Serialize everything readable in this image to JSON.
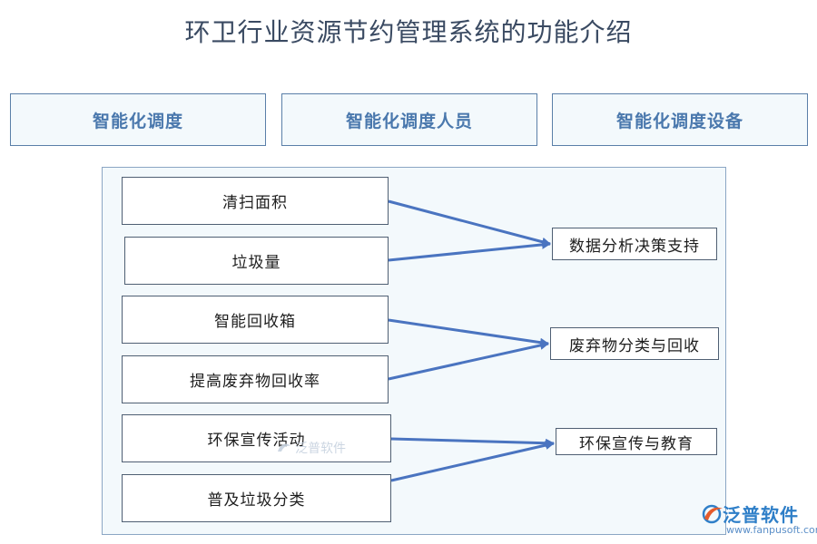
{
  "title": "环卫行业资源节约管理系统的功能介绍",
  "top_boxes": [
    "智能化调度",
    "智能化调度人员",
    "智能化调度设备"
  ],
  "sources": [
    "清扫面积",
    "垃圾量",
    "智能回收箱",
    "提高废弃物回收率",
    "环保宣传活动",
    "普及垃圾分类"
  ],
  "targets": [
    "数据分析决策支持",
    "废弃物分类与回收",
    "环保宣传与教育"
  ],
  "edges": [
    [
      0,
      0
    ],
    [
      1,
      0
    ],
    [
      2,
      1
    ],
    [
      3,
      1
    ],
    [
      4,
      2
    ],
    [
      5,
      2
    ]
  ],
  "colors": {
    "arrow": "#4a74c0",
    "top_text": "#4a78ad",
    "border": "#4f5f73"
  },
  "watermark": {
    "center_text": "泛普软件"
  },
  "logo": {
    "name": "泛普软件",
    "url": "www.fanpusoft.com"
  }
}
